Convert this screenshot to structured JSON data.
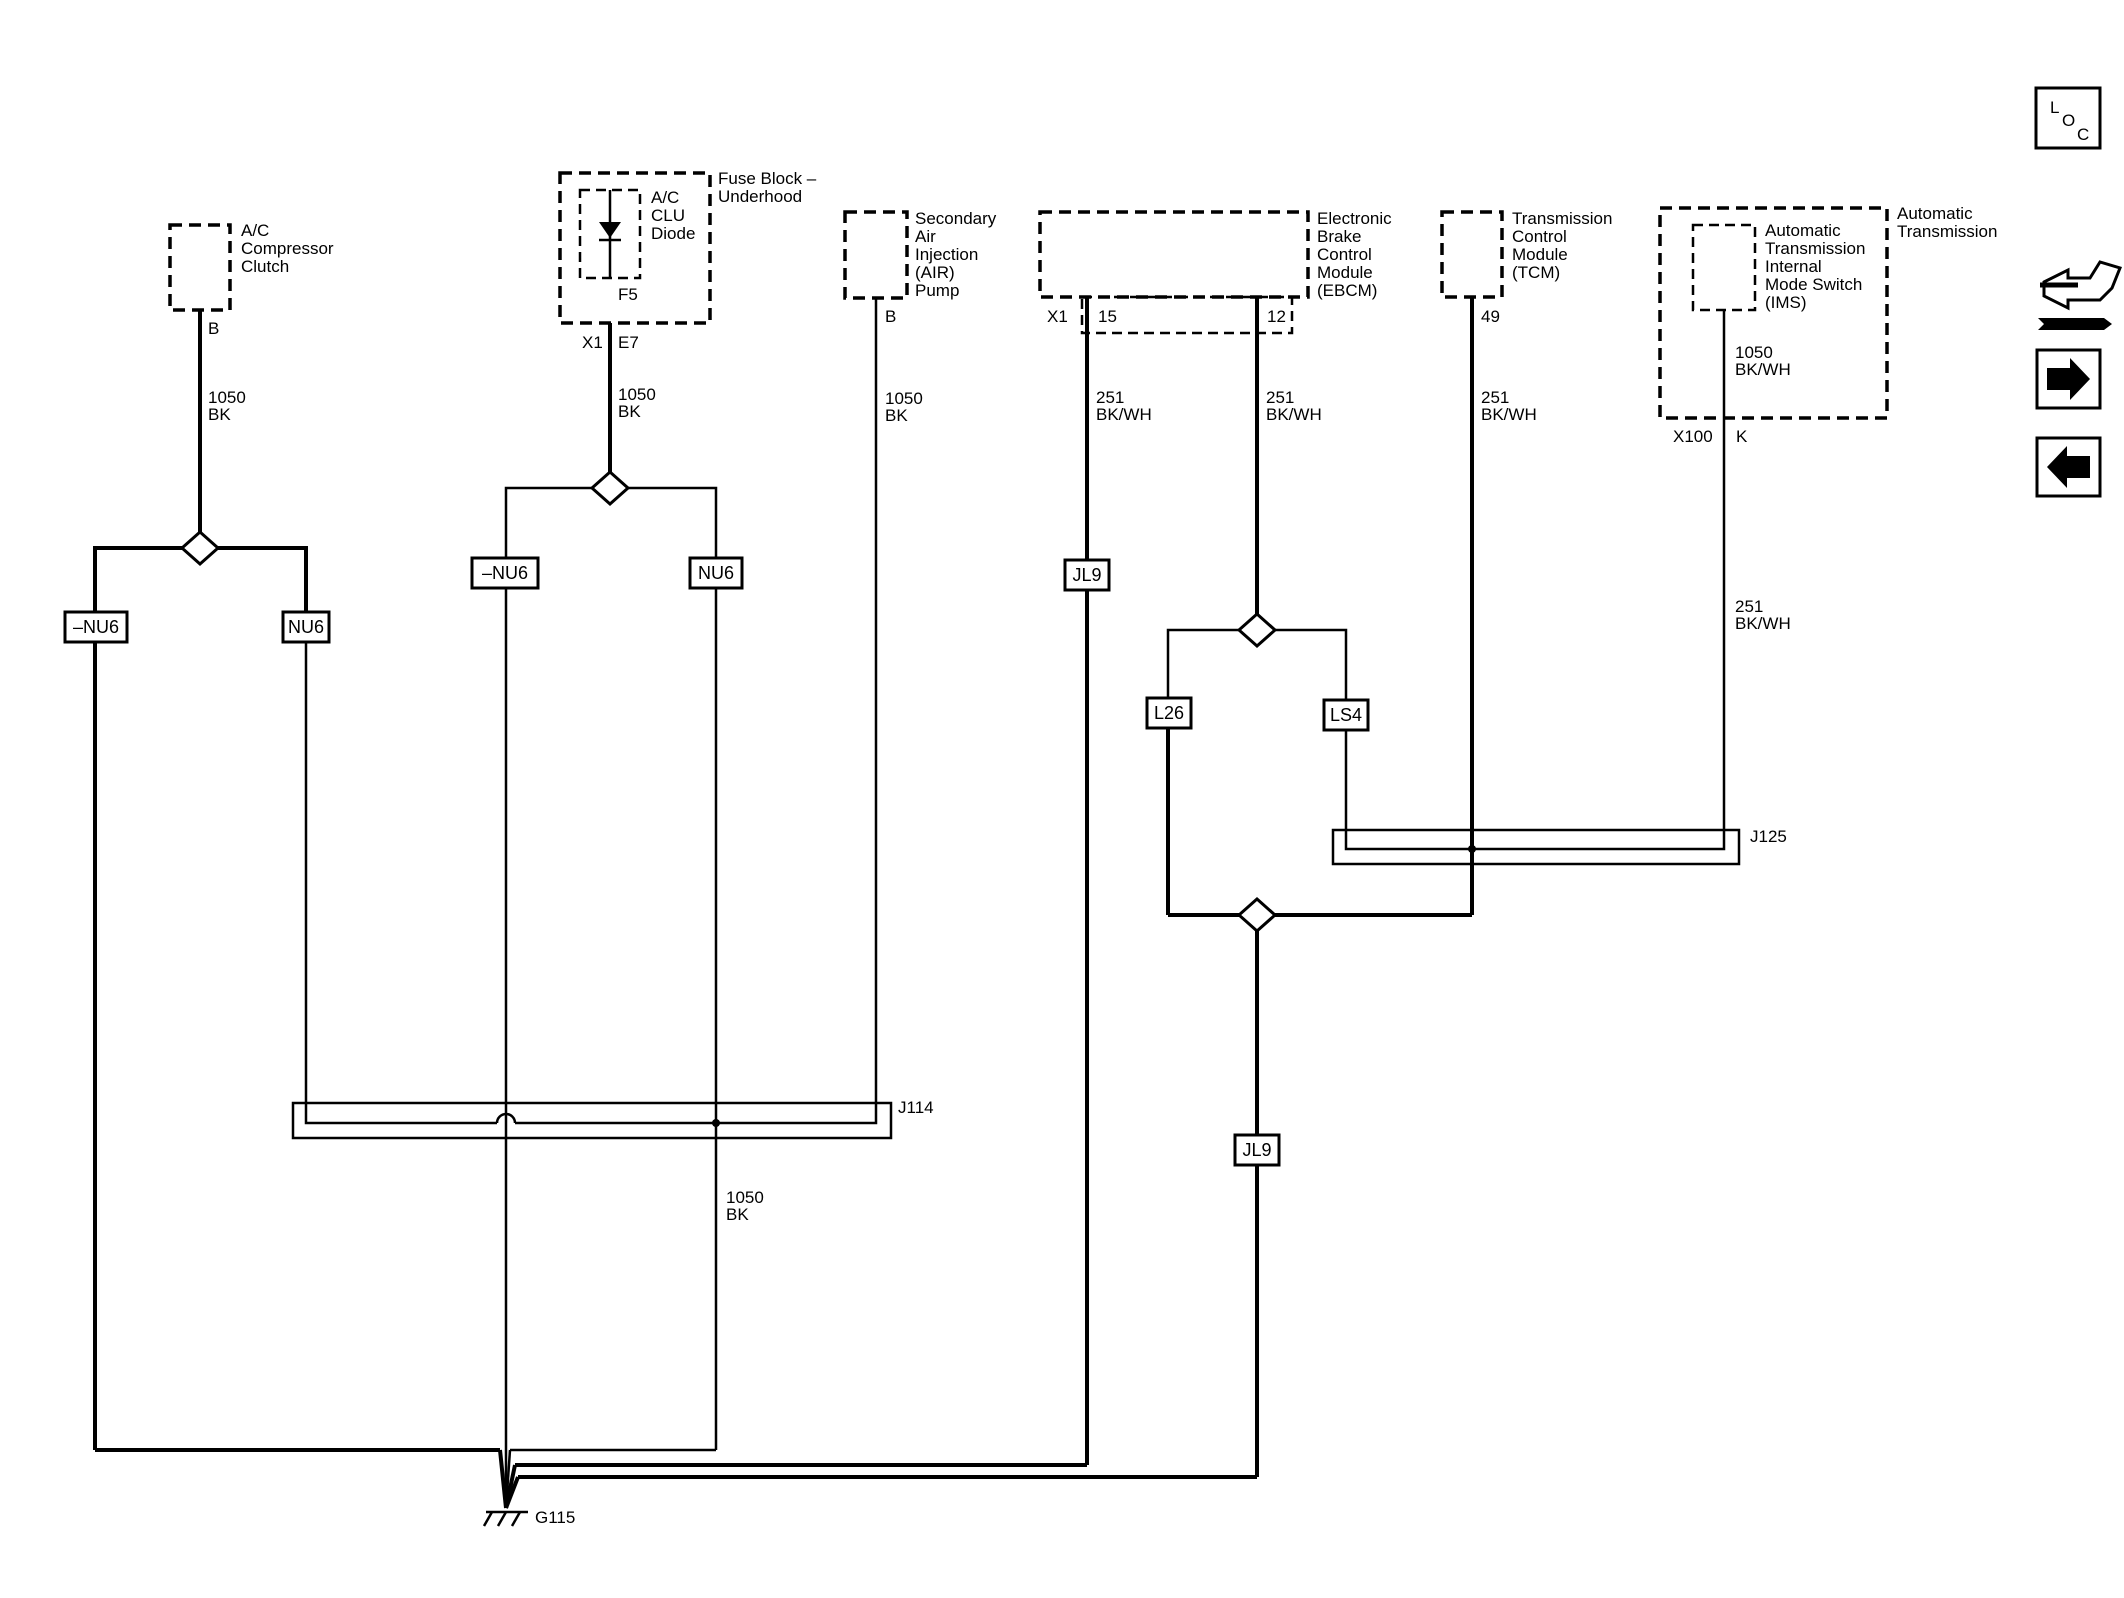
{
  "components": {
    "ac_clutch": [
      "A/C",
      "Compressor",
      "Clutch"
    ],
    "ac_clutch_pin": "B",
    "fuse_block": [
      "Fuse Block –",
      "Underhood"
    ],
    "ac_diode": [
      "A/C",
      "CLU",
      "Diode"
    ],
    "fuse_pin": "F5",
    "fuse_conn": "X1",
    "fuse_cavity": "E7",
    "air_pump": [
      "Secondary",
      "Air",
      "Injection",
      "(AIR)",
      "Pump"
    ],
    "air_pin": "B",
    "ebcm": [
      "Electronic",
      "Brake",
      "Control",
      "Module",
      "(EBCM)"
    ],
    "ebcm_conn": "X1",
    "ebcm_pin_a": "15",
    "ebcm_pin_b": "12",
    "tcm": [
      "Transmission",
      "Control",
      "Module",
      "(TCM)"
    ],
    "tcm_pin": "49",
    "auto_trans": [
      "Automatic",
      "Transmission"
    ],
    "ims": [
      "Automatic",
      "Transmission",
      "Internal",
      "Mode Switch",
      "(IMS)"
    ],
    "ims_conn": "X100",
    "ims_pin": "K"
  },
  "wires": {
    "w1050bk_num": "1050",
    "w1050bk_color": "BK",
    "w251_num": "251",
    "w251_color": "BK/WH",
    "w1050bkwh_color": "BK/WH"
  },
  "options": {
    "not_nu6": "–NU6",
    "nu6": "NU6",
    "jl9": "JL9",
    "l26": "L26",
    "ls4": "LS4"
  },
  "splices": {
    "j114": "J114",
    "j125": "J125"
  },
  "ground": "G115",
  "nav": {
    "loc": [
      "L",
      "O",
      "C"
    ],
    "icons": [
      "connector-tool-icon",
      "arrow-right-icon",
      "arrow-left-icon"
    ]
  }
}
